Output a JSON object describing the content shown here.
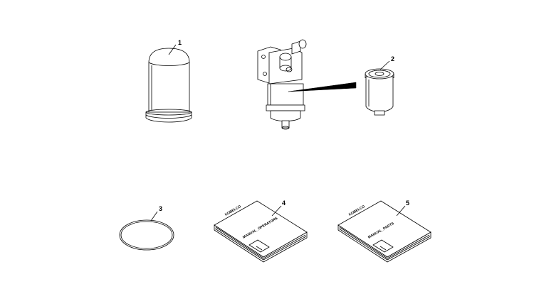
{
  "callouts": {
    "p1": "1",
    "p2": "2",
    "p3": "3",
    "p4": "4",
    "p5": "5"
  },
  "books": {
    "operators": {
      "brand": "KOBELCO",
      "title": "MANUAL_OPERATORS"
    },
    "parts": {
      "brand": "KOBELCO",
      "title": "MANUAL_PARTS"
    }
  },
  "icons": [
    "cartridge-filter-icon",
    "filter-assembly-icon",
    "spin-on-filter-icon",
    "o-ring-icon",
    "manual-book-icon"
  ]
}
